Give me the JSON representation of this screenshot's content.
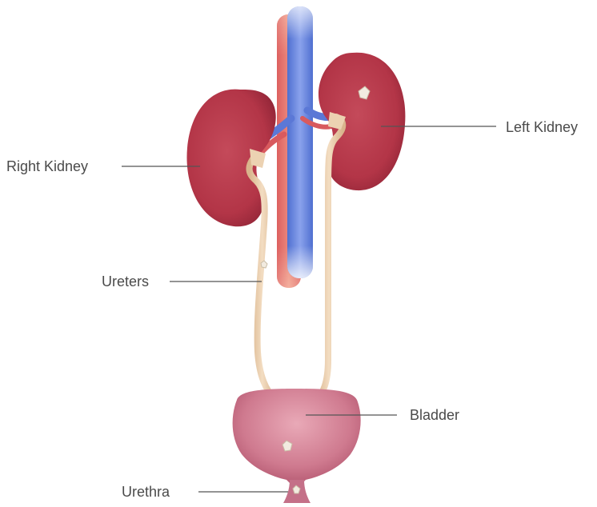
{
  "labels": {
    "left_kidney": "Left Kidney",
    "right_kidney": "Right Kidney",
    "ureters": "Ureters",
    "bladder": "Bladder",
    "urethra": "Urethra"
  },
  "colors": {
    "kidney": "#b63a4c",
    "vein": "#6a86d8",
    "artery": "#e98678",
    "ureter": "#e9caa6",
    "bladder": "#c4617a",
    "leader_line": "#555555",
    "stone": "#f1eadf"
  },
  "icons": [
    "kidney-stone-icon"
  ]
}
